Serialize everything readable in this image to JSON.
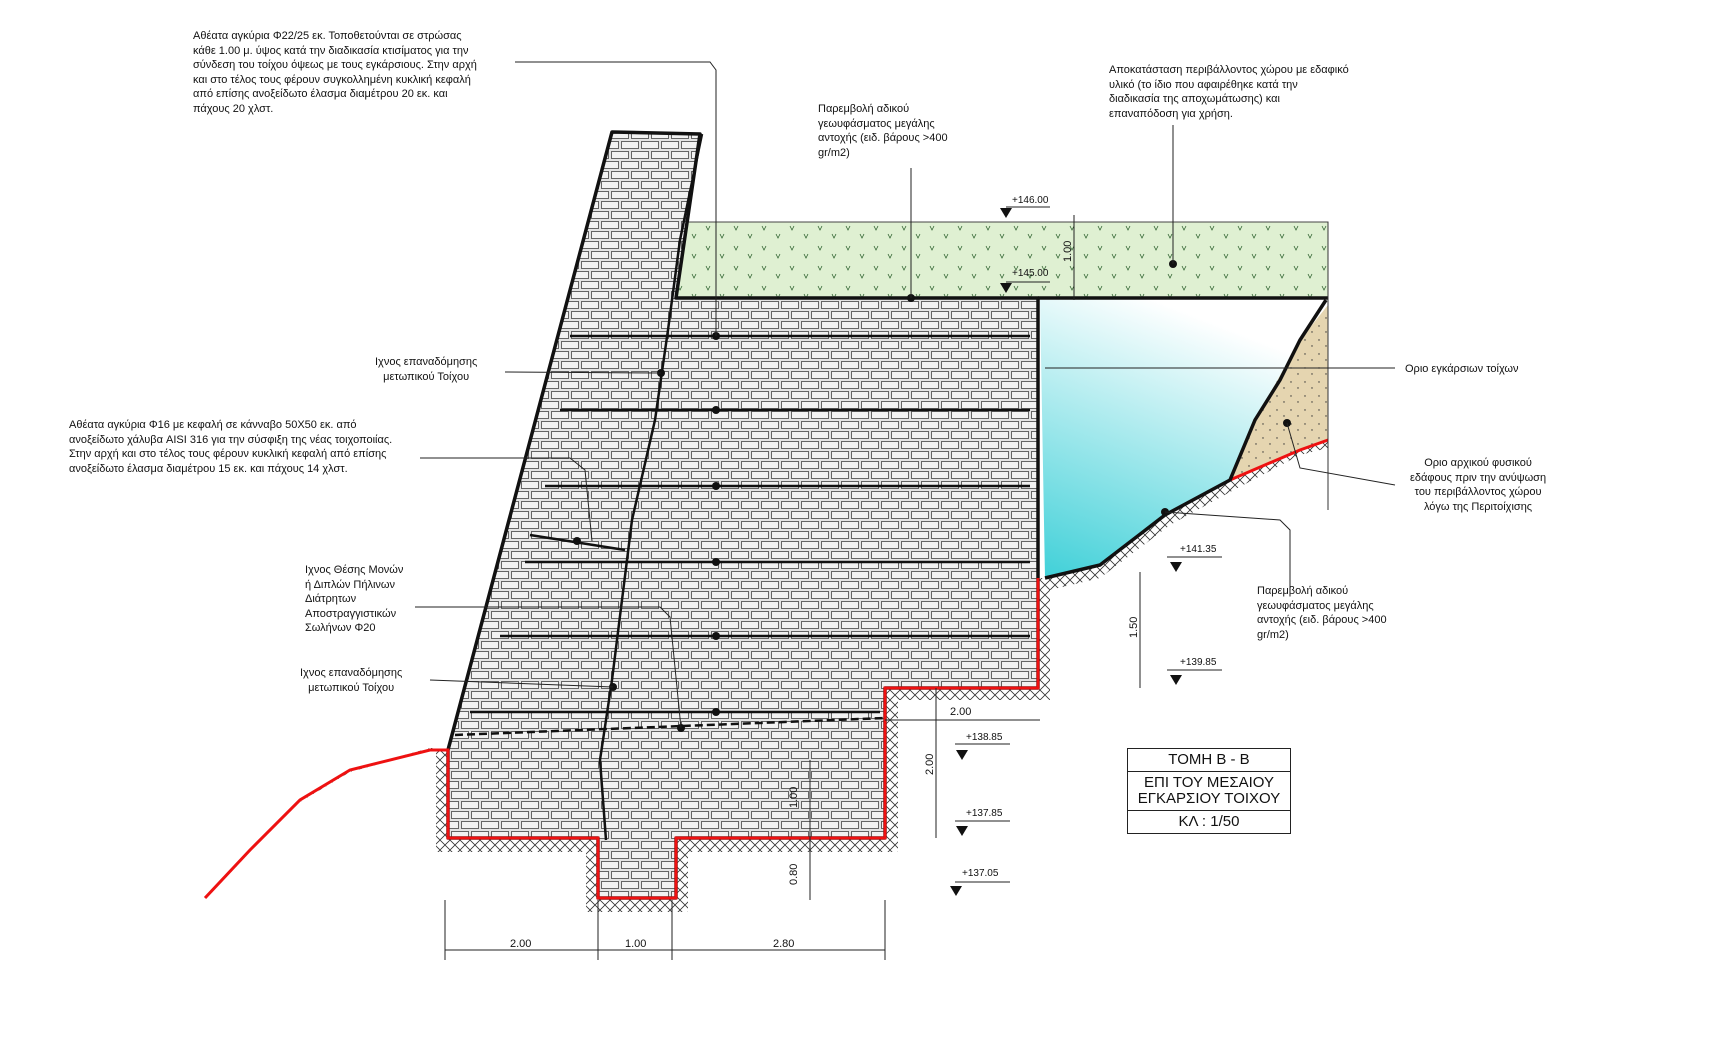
{
  "notes": {
    "top_anchor": "Αθέατα αγκύρια Φ22/25 εκ. Τοποθετούνται σε στρώσας\nκάθε 1.00 μ. ύψος κατά την διαδικασία κτισίματος για την\nσύνδεση του τοίχου όψεως με τους εγκάρσιους. Στην αρχή\nκαι στο τέλος τους φέρουν συγκολλημένη κυκλική κεφαλή\nαπό επίσης ανοξείδωτο έλασμα διαμέτρου 20 εκ. και\nπάχους 20 χλστ.",
    "geotextile_top": "Παρεμβολή αδικού\nγεωυφάσματος μεγάλης\nαντοχής (ειδ. βάρους >400\ngr/m2)",
    "restoration": "Αποκατάσταση περιβάλλοντος χώρου με εδαφικό\nυλικό (το ίδιο που αφαιρέθηκε κατά την\nδιαδικασία της αποχωμάτωσης)  και\nεπαναπόδοση για χρήση.",
    "rebuild_trace_1": "Ιχνος επαναδόμησης\nμετωπικού Τοίχου",
    "transverse_limit": "Οριο εγκάρσιων τοίχων",
    "anchor_f16": "Αθέατα αγκύρια Φ16 με κεφαλή σε κάνναβο 50Χ50 εκ. από\nανοξείδωτο χάλυβα AISI 316 για την σύσφιξη της νέας τοιχοποιίας.\nΣτην αρχή και στο τέλος τους φέρουν κυκλική κεφαλή από επίσης\nανοξείδωτο έλασμα διαμέτρου 15 εκ. και πάχους 14 χλστ.",
    "natural_ground": "Οριο αρχικού φυσικού\nεδάφους πριν την ανύψωση\nτου περιβάλλοντος χώρου\nλόγω της Περιτοίχισης",
    "drain_pipes": "Ιχνος Θέσης Μονών\nή Διπλών Πήλινων\nΔιάτρητων\nΑποστραγγιστικών\nΣωλήνων Φ20",
    "geotextile_bottom": "Παρεμβολή αδικού\nγεωυφάσματος μεγάλης\nαντοχής (ειδ. βάρους >400\ngr/m2)",
    "rebuild_trace_2": "Ιχνος επαναδόμησης\nμετωπικού Τοίχου"
  },
  "elevations": [
    "+146.00",
    "+145.00",
    "+141.35",
    "+139.85",
    "+138.85",
    "+137.85",
    "+137.05"
  ],
  "dimensions": {
    "top_fill": "1.00",
    "right_step": "1.50",
    "step_width": "2.00",
    "found_h": "2.00",
    "found_1": "1.00",
    "key_h": "0.80",
    "base_left": "2.00",
    "base_mid": "1.00",
    "base_right": "2.80"
  },
  "title_block": {
    "title": "ΤΟΜΗ Β - Β",
    "subtitle_1": "ΕΠΙ ΤΟΥ ΜΕΣΑΙΟΥ",
    "subtitle_2": "ΕΓΚΑΡΣΙΟΥ ΤΟΙΧΟΥ",
    "scale": "ΚΛ : 1/50"
  },
  "colors": {
    "fill_green": "#dff0d2",
    "water": "#4fd4dc",
    "soil": "#e5d5b0",
    "ground_red": "#ee1111"
  }
}
